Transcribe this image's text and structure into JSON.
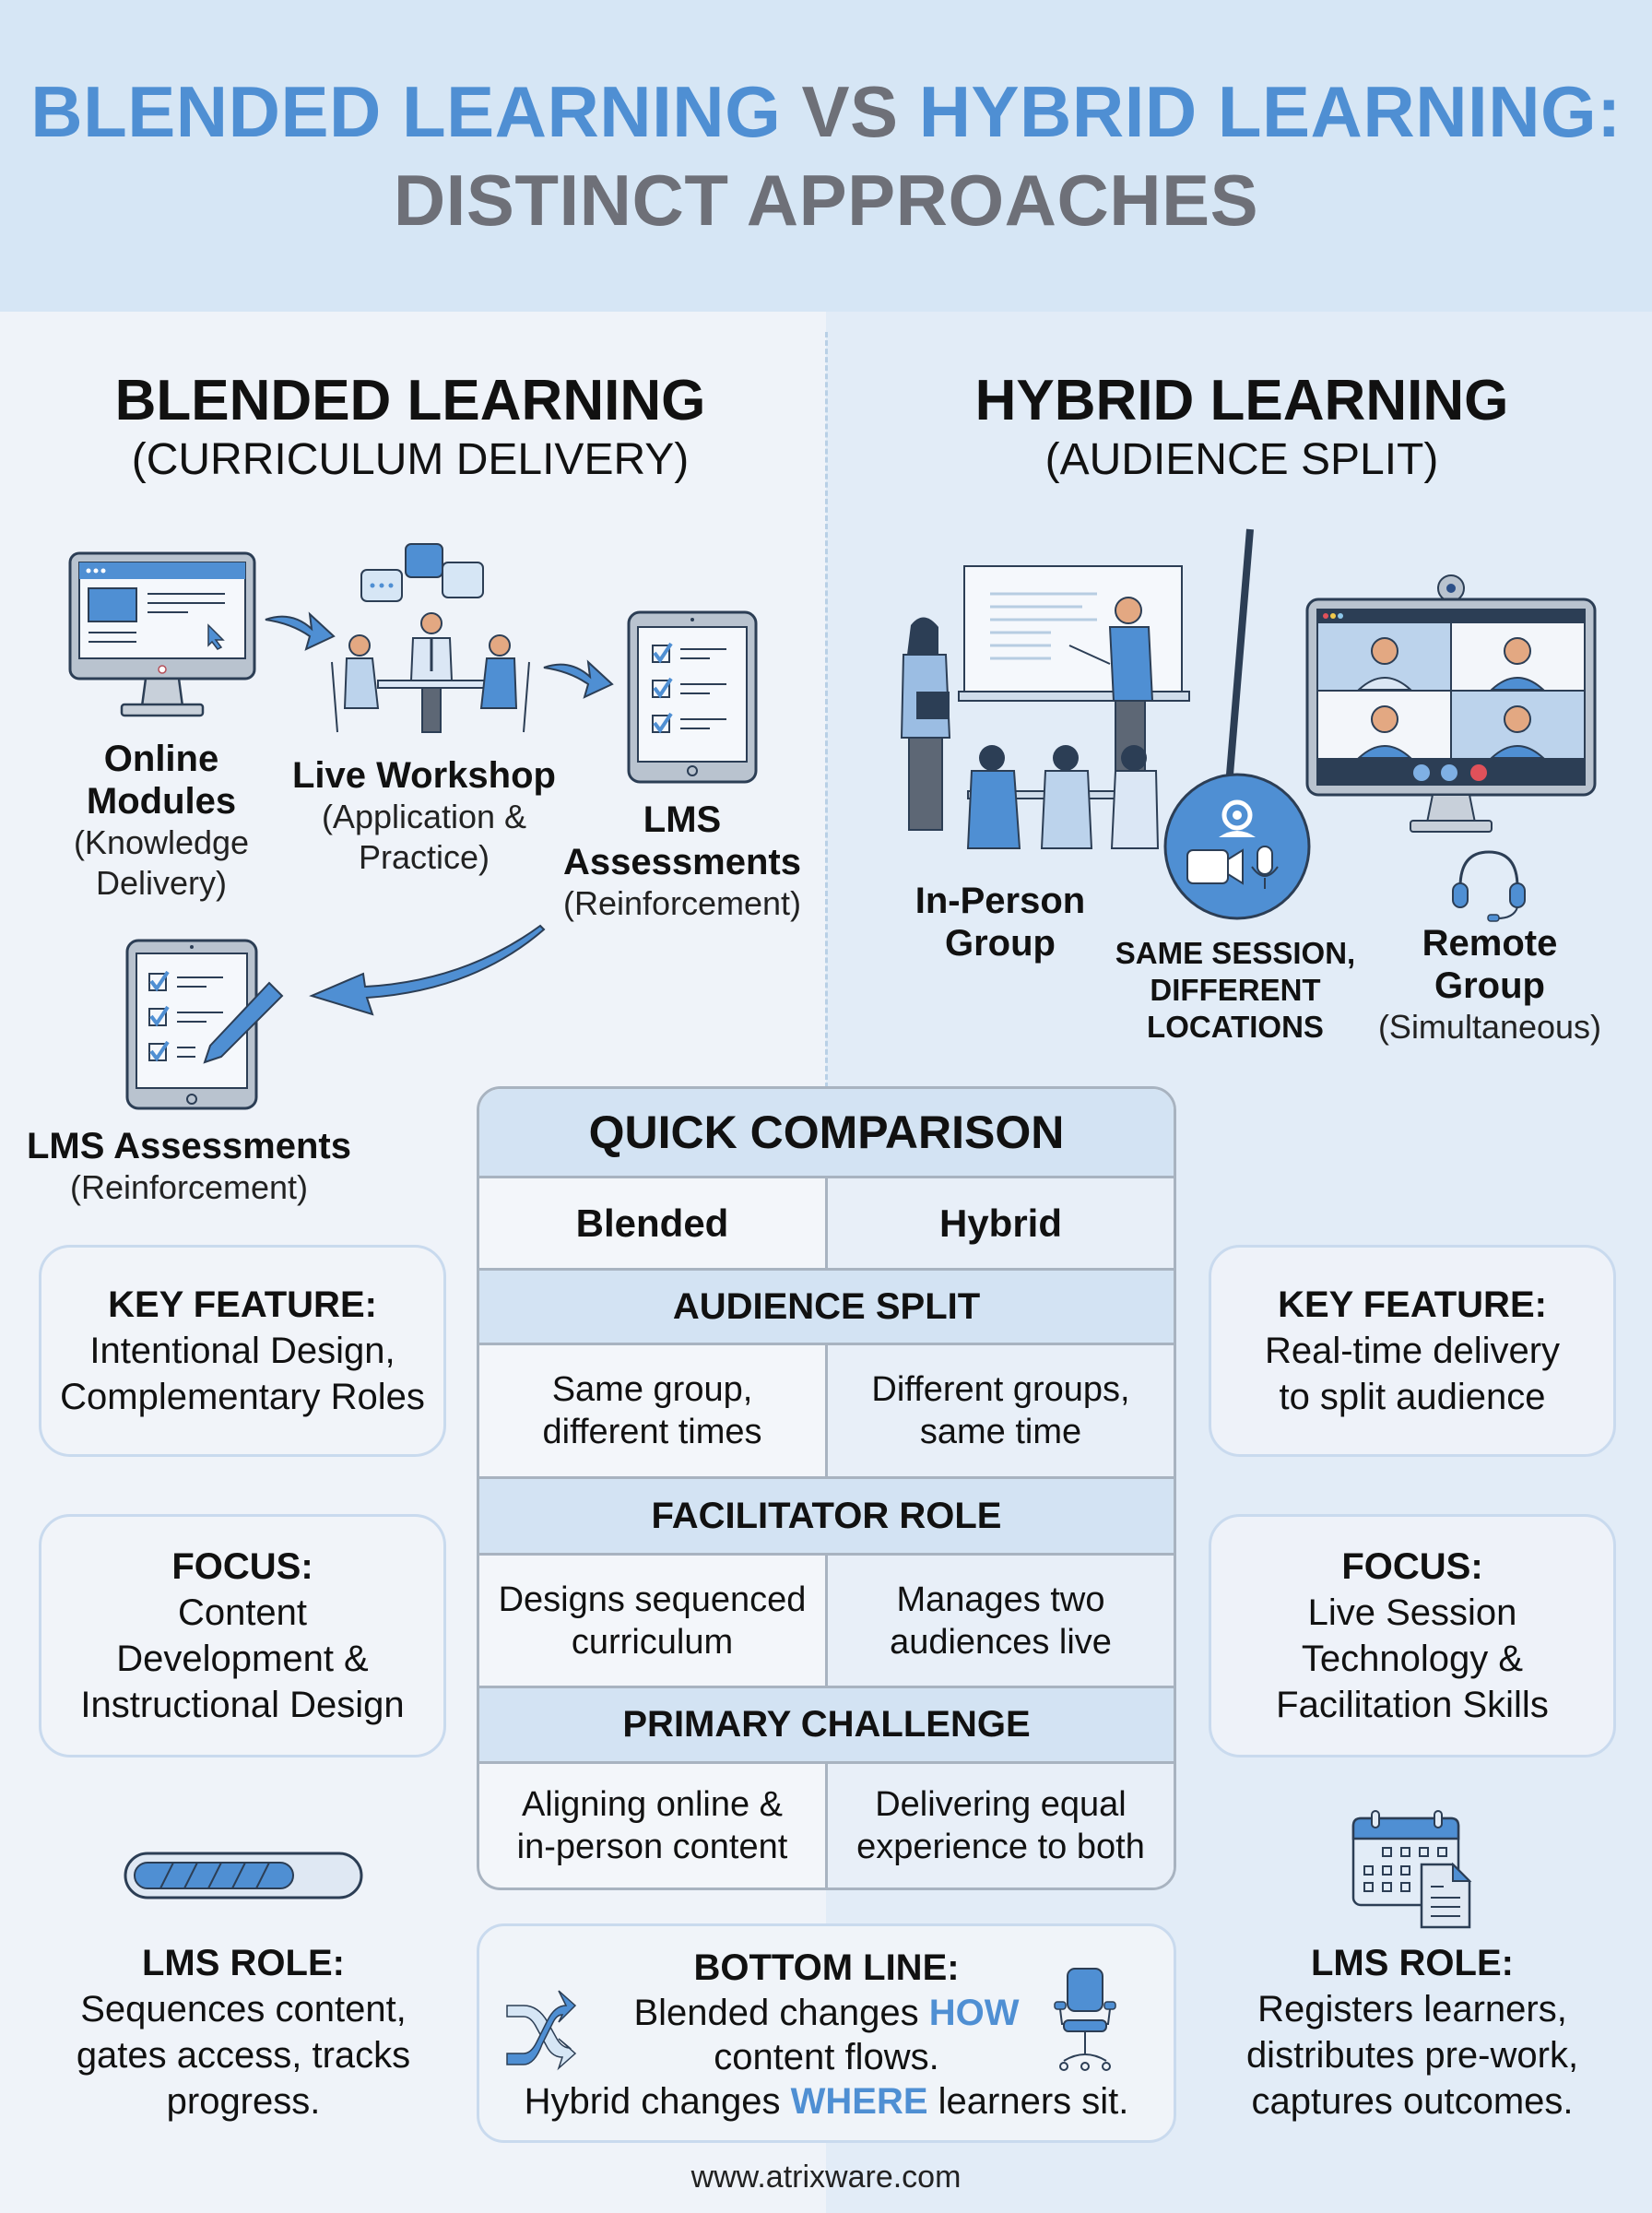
{
  "header": {
    "title_part1": "BLENDED LEARNING",
    "title_vs": "VS",
    "title_part2": "HYBRID LEARNING:",
    "title_line2": "DISTINCT APPROACHES"
  },
  "blended": {
    "heading": "BLENDED LEARNING",
    "subheading": "(CURRICULUM DELIVERY)",
    "steps": [
      {
        "title": "Online",
        "title2": "Modules",
        "desc": "(Knowledge",
        "desc2": "Delivery)",
        "icon": "monitor-icon"
      },
      {
        "title": "Live Workshop",
        "desc": "(Application &",
        "desc2": "Practice)",
        "icon": "workshop-meeting-icon"
      },
      {
        "title": "LMS",
        "title2": "Assessments",
        "desc": "(Reinforcement)",
        "icon": "tablet-checklist-icon"
      },
      {
        "title": "LMS Assessments",
        "desc": "(Reinforcement)",
        "icon": "tablet-checklist-pencil-icon"
      }
    ],
    "key_feature": {
      "label": "KEY FEATURE:",
      "line1": "Intentional Design,",
      "line2": "Complementary Roles"
    },
    "focus": {
      "label": "FOCUS:",
      "line1": "Content",
      "line2": "Development &",
      "line3": "Instructional Design"
    },
    "lms_role": {
      "label": "LMS ROLE:",
      "line1": "Sequences content,",
      "line2": "gates access, tracks",
      "line3": "progress.",
      "icon": "progress-bar-icon"
    }
  },
  "hybrid": {
    "heading": "HYBRID LEARNING",
    "subheading": "(AUDIENCE SPLIT)",
    "in_person": {
      "line1": "In-Person",
      "line2": "Group",
      "icon": "classroom-presentation-icon"
    },
    "center": {
      "line1": "SAME SESSION,",
      "line2": "DIFFERENT",
      "line3": "LOCATIONS",
      "icon": "video-conference-hub-icon"
    },
    "remote": {
      "line1": "Remote",
      "line2": "Group",
      "line3": "(Simultaneous)",
      "icon": "video-call-monitor-icon"
    },
    "key_feature": {
      "label": "KEY FEATURE:",
      "line1": "Real-time delivery",
      "line2": "to split audience"
    },
    "focus": {
      "label": "FOCUS:",
      "line1": "Live Session",
      "line2": "Technology &",
      "line3": "Facilitation Skills"
    },
    "lms_role": {
      "label": "LMS ROLE:",
      "line1": "Registers learners,",
      "line2": "distributes pre-work,",
      "line3": "captures outcomes.",
      "icon": "calendar-document-icon"
    }
  },
  "comparison": {
    "title": "QUICK COMPARISON",
    "col_blended": "Blended",
    "col_hybrid": "Hybrid",
    "rows": [
      {
        "section": "AUDIENCE SPLIT",
        "blended1": "Same group,",
        "blended2": "different times",
        "hybrid1": "Different groups,",
        "hybrid2": "same time"
      },
      {
        "section": "FACILITATOR ROLE",
        "blended1": "Designs sequenced",
        "blended2": "curriculum",
        "hybrid1": "Manages two",
        "hybrid2": "audiences live"
      },
      {
        "section": "PRIMARY CHALLENGE",
        "blended1": "Aligning online &",
        "blended2": "in-person content",
        "hybrid1": "Delivering equal",
        "hybrid2": "experience to both"
      }
    ]
  },
  "bottom_line": {
    "label": "BOTTOM LINE:",
    "l1_pre": "Blended changes ",
    "l1_hl": "HOW",
    "l2": "content flows.",
    "l3_pre": "Hybrid changes ",
    "l3_hl": "WHERE",
    "l3_post": " learners sit.",
    "left_icon": "shuffle-arrows-icon",
    "right_icon": "office-chair-icon"
  },
  "footer": {
    "url": "www.atrixware.com"
  },
  "colors": {
    "accent_blue": "#4f8fd3",
    "title_gray": "#6e7078",
    "header_bg": "#d6e6f5",
    "table_head_bg": "#d3e3f3",
    "outline": "#2c3e55"
  }
}
